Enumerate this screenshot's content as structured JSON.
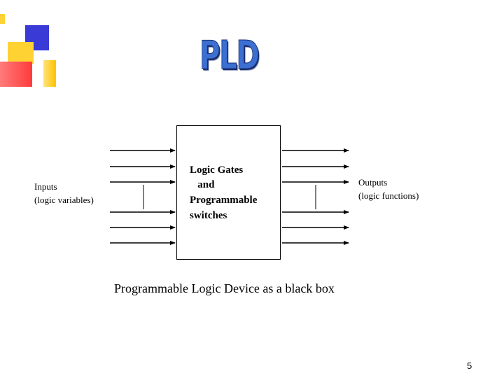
{
  "slide": {
    "title": "PLD",
    "box_lines": [
      "Logic Gates",
      "   and",
      "Programmable",
      "switches"
    ],
    "inputs_label": [
      "Inputs",
      "(logic variables)"
    ],
    "outputs_label": [
      "Outputs",
      "(logic functions)"
    ],
    "caption": "Programmable Logic Device as a black box",
    "page_number": "5"
  },
  "colors": {
    "title": "#3b6fd1",
    "deco_blue": "#3a3ad6",
    "deco_yellow": "#ffd234",
    "deco_red": "#ff3b3b"
  }
}
